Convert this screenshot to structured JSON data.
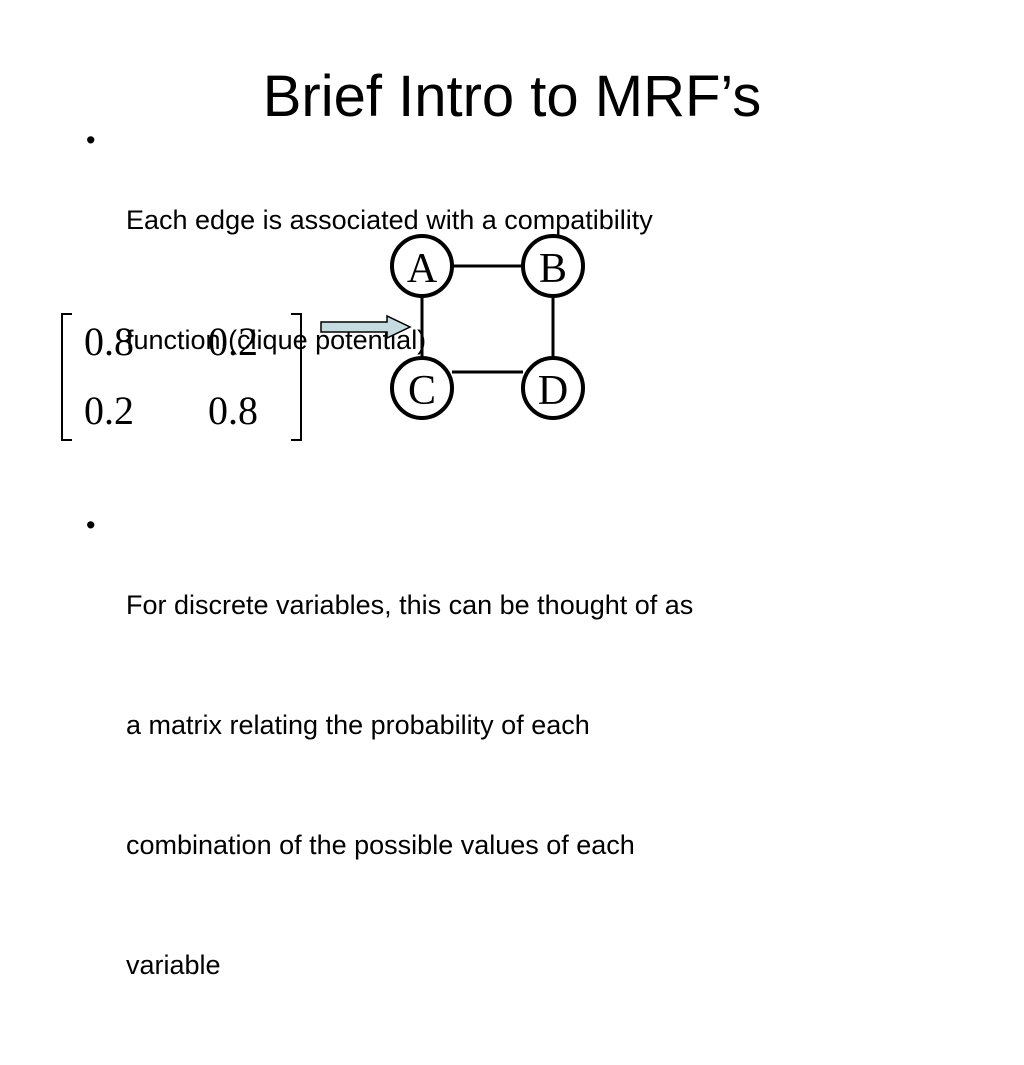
{
  "slide": {
    "title": "Brief Intro to MRF’s"
  },
  "bullets": [
    {
      "symbol": "•",
      "lines": [
        "Each edge is associated with a compatibility",
        "function (clique potential)"
      ]
    },
    {
      "symbol": "•",
      "lines": [
        "For discrete variables, this can be thought of as",
        "a matrix relating the probability of each",
        "combination of the possible values of each",
        "variable"
      ]
    }
  ],
  "diagram": {
    "nodes": [
      "A",
      "B",
      "C",
      "D"
    ],
    "edges": [
      [
        "A",
        "B"
      ],
      [
        "A",
        "C"
      ],
      [
        "B",
        "D"
      ],
      [
        "C",
        "D"
      ]
    ],
    "matrix": [
      [
        "0.8",
        "0.2"
      ],
      [
        "0.2",
        "0.8"
      ]
    ],
    "arrow_color": "#c5dbe0"
  }
}
